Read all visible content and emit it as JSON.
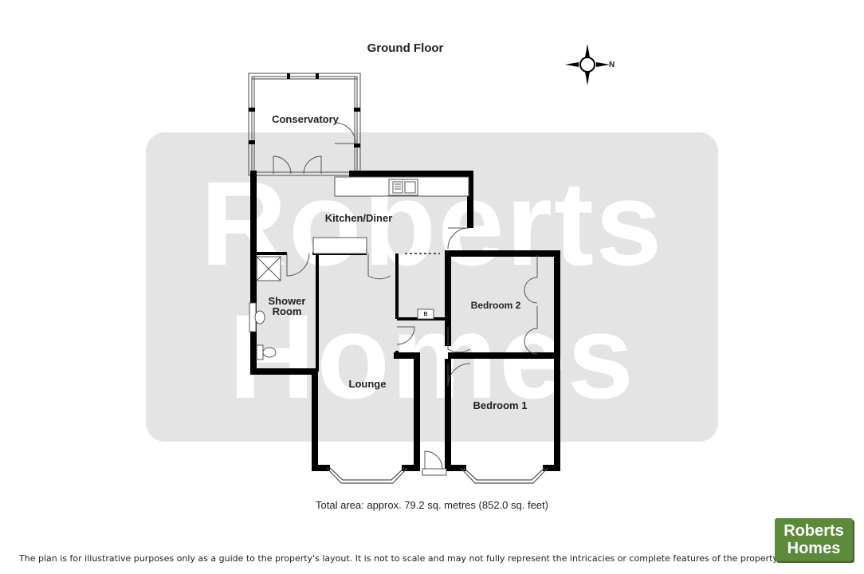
{
  "floor_title": "Ground Floor",
  "compass": {
    "direction_label": "N"
  },
  "rooms": {
    "conservatory": "Conservatory",
    "kitchen_diner": "Kitchen/Diner",
    "shower_room_line1": "Shower",
    "shower_room_line2": "Room",
    "bedroom2": "Bedroom 2",
    "boiler": "B",
    "lounge": "Lounge",
    "bedroom1": "Bedroom 1"
  },
  "watermark": {
    "line1": "Roberts",
    "line2": "Homes"
  },
  "total_area": "Total area: approx. 79.2 sq. metres (852.0 sq. feet)",
  "disclaimer": "The plan is for illustrative purposes only as a guide to the property's layout. It is not to scale and may not fully represent the intricacies or complete features of the property.",
  "logo": {
    "line1": "Roberts",
    "line2": "Homes"
  }
}
